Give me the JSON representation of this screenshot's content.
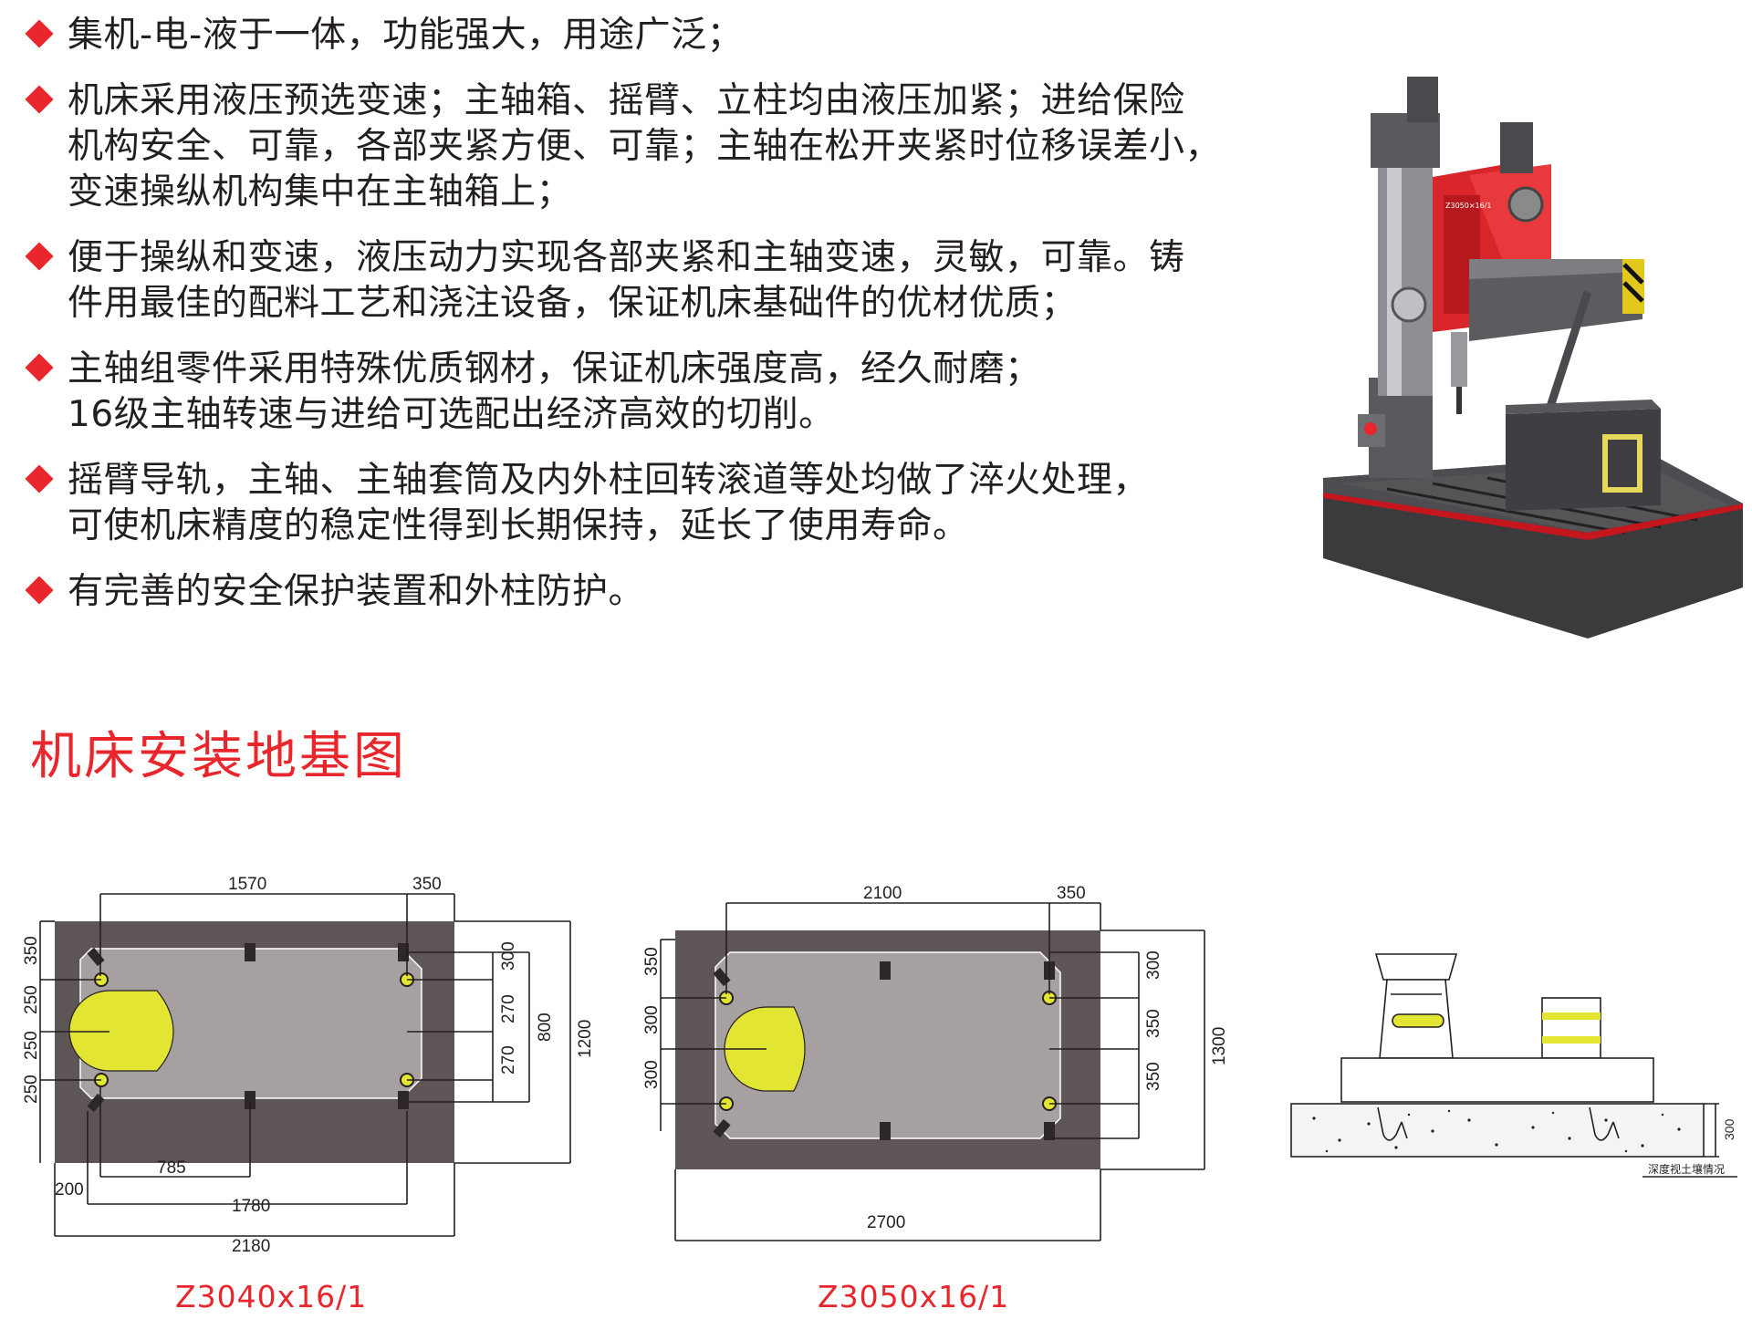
{
  "features": [
    {
      "lines": [
        "集机-电-液于一体，功能强大，用途广泛；"
      ]
    },
    {
      "lines": [
        "机床采用液压预选变速；主轴箱、摇臂、立柱均由液压加紧；进给保险",
        "机构安全、可靠，各部夹紧方便、可靠；主轴在松开夹紧时位移误差小，",
        "变速操纵机构集中在主轴箱上；"
      ]
    },
    {
      "lines": [
        "便于操纵和变速，液压动力实现各部夹紧和主轴变速，灵敏，可靠。铸",
        "件用最佳的配料工艺和浇注设备，保证机床基础件的优材优质；"
      ]
    },
    {
      "lines": [
        "主轴组零件采用特殊优质钢材，保证机床强度高，经久耐磨；",
        "16级主轴转速与进给可选配出经济高效的切削。"
      ]
    },
    {
      "lines": [
        "摇臂导轨，主轴、主轴套筒及内外柱回转滚道等处均做了淬火处理，",
        "可使机床精度的稳定性得到长期保持，延长了使用寿命。"
      ]
    },
    {
      "lines": [
        "有完善的安全保护装置和外柱防护。"
      ]
    }
  ],
  "machine": {
    "plate_text": "Z3050×16/1"
  },
  "section_title": "机床安装地基图",
  "plan1": {
    "model": "Z3040x16/1",
    "dims": {
      "top_a": "1570",
      "top_b": "350",
      "left_a": "350",
      "left_b": "250",
      "left_c": "250",
      "left_d": "250",
      "right_a": "300",
      "right_b": "270",
      "right_c": "270",
      "right_d": "800",
      "right_e": "1200",
      "bot_a": "785",
      "bot_b": "200",
      "bot_c": "1780",
      "bot_d": "2180"
    }
  },
  "plan2": {
    "model": "Z3050x16/1",
    "dims": {
      "top_a": "2100",
      "top_b": "350",
      "left_a": "350",
      "left_b": "300",
      "left_c": "300",
      "right_a": "300",
      "right_b": "350",
      "right_c": "350",
      "right_d": "1300",
      "bot_a": "2700"
    }
  },
  "section": {
    "depth": "300",
    "note": "深度视土壤情况"
  },
  "colors": {
    "accent": "#e8262c",
    "plan_outer": "#5e5556",
    "plan_inner": "#a6a0a0",
    "column_mark": "#e2e633"
  }
}
